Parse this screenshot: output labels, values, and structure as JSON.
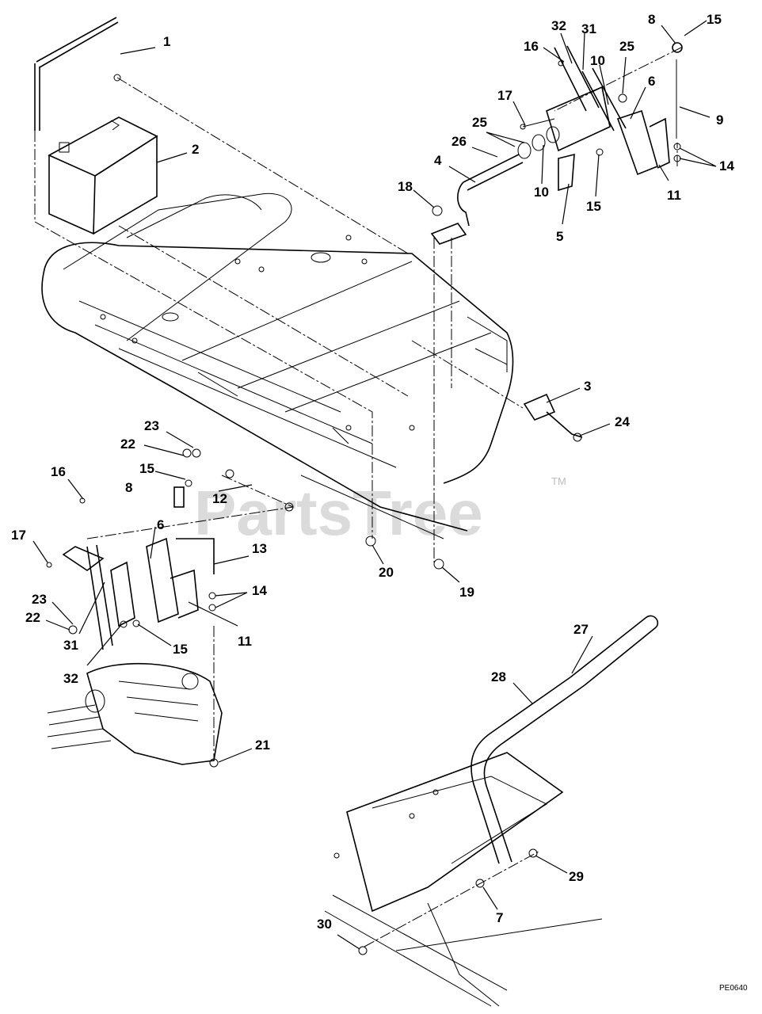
{
  "diagram": {
    "watermark": "PartsTree",
    "trademark": "TM",
    "drawing_code": "PE0640",
    "callouts": [
      {
        "id": "c1",
        "label": "1"
      },
      {
        "id": "c2",
        "label": "2"
      },
      {
        "id": "c3",
        "label": "3"
      },
      {
        "id": "c4",
        "label": "4"
      },
      {
        "id": "c5",
        "label": "5"
      },
      {
        "id": "c6a",
        "label": "6"
      },
      {
        "id": "c6b",
        "label": "6"
      },
      {
        "id": "c7",
        "label": "7"
      },
      {
        "id": "c8a",
        "label": "8"
      },
      {
        "id": "c8b",
        "label": "8"
      },
      {
        "id": "c9",
        "label": "9"
      },
      {
        "id": "c10a",
        "label": "10"
      },
      {
        "id": "c10b",
        "label": "10"
      },
      {
        "id": "c11a",
        "label": "11"
      },
      {
        "id": "c11b",
        "label": "11"
      },
      {
        "id": "c12",
        "label": "12"
      },
      {
        "id": "c13",
        "label": "13"
      },
      {
        "id": "c14a",
        "label": "14"
      },
      {
        "id": "c14b",
        "label": "14"
      },
      {
        "id": "c15a",
        "label": "15"
      },
      {
        "id": "c15b",
        "label": "15"
      },
      {
        "id": "c15c",
        "label": "15"
      },
      {
        "id": "c15d",
        "label": "15"
      },
      {
        "id": "c16a",
        "label": "16"
      },
      {
        "id": "c16b",
        "label": "16"
      },
      {
        "id": "c17a",
        "label": "17"
      },
      {
        "id": "c17b",
        "label": "17"
      },
      {
        "id": "c18",
        "label": "18"
      },
      {
        "id": "c19",
        "label": "19"
      },
      {
        "id": "c20",
        "label": "20"
      },
      {
        "id": "c21",
        "label": "21"
      },
      {
        "id": "c22a",
        "label": "22"
      },
      {
        "id": "c22b",
        "label": "22"
      },
      {
        "id": "c23a",
        "label": "23"
      },
      {
        "id": "c23b",
        "label": "23"
      },
      {
        "id": "c24",
        "label": "24"
      },
      {
        "id": "c25a",
        "label": "25"
      },
      {
        "id": "c25b",
        "label": "25"
      },
      {
        "id": "c26",
        "label": "26"
      },
      {
        "id": "c27",
        "label": "27"
      },
      {
        "id": "c28",
        "label": "28"
      },
      {
        "id": "c29",
        "label": "29"
      },
      {
        "id": "c30",
        "label": "30"
      },
      {
        "id": "c31a",
        "label": "31"
      },
      {
        "id": "c31b",
        "label": "31"
      },
      {
        "id": "c32a",
        "label": "32"
      },
      {
        "id": "c32b",
        "label": "32"
      }
    ]
  }
}
